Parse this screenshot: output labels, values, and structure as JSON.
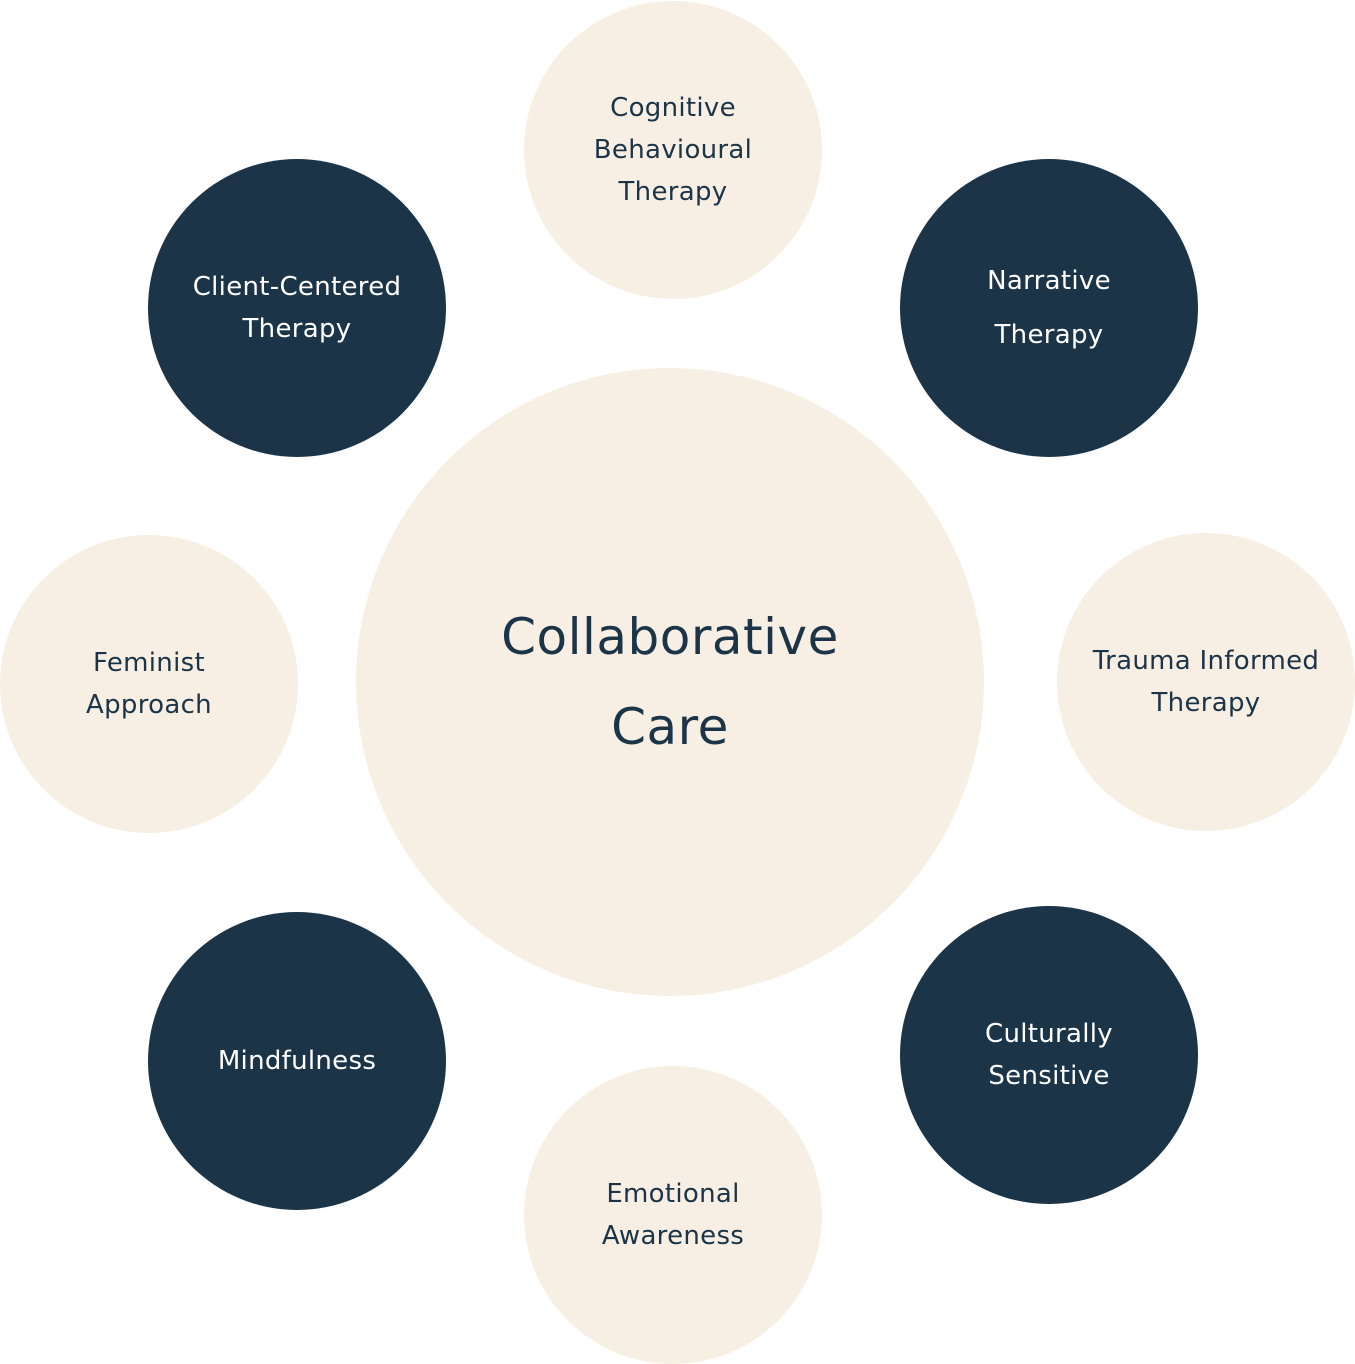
{
  "colors": {
    "light_fill": "#f7efe3",
    "dark_fill": "#1c3448",
    "dark_text": "#1c3448",
    "light_text": "#ffffff",
    "background": "#ffffff"
  },
  "center": {
    "lines": [
      "Collaborative",
      "Care"
    ]
  },
  "approaches": [
    {
      "id": "cbt",
      "style": "light",
      "lines": [
        "Cognitive",
        "Behavioural",
        "Therapy"
      ]
    },
    {
      "id": "narrative",
      "style": "dark",
      "lines": [
        "Narrative",
        "Therapy"
      ]
    },
    {
      "id": "trauma",
      "style": "light",
      "lines": [
        "Trauma Informed",
        "Therapy"
      ]
    },
    {
      "id": "culturally",
      "style": "dark",
      "lines": [
        "Culturally",
        "Sensitive"
      ]
    },
    {
      "id": "emotional",
      "style": "light",
      "lines": [
        "Emotional",
        "Awareness"
      ]
    },
    {
      "id": "mindfulness",
      "style": "dark",
      "lines": [
        "Mindfulness"
      ]
    },
    {
      "id": "feminist",
      "style": "light",
      "lines": [
        "Feminist",
        "Approach"
      ]
    },
    {
      "id": "client",
      "style": "dark",
      "lines": [
        "Client-Centered",
        "Therapy"
      ]
    }
  ]
}
